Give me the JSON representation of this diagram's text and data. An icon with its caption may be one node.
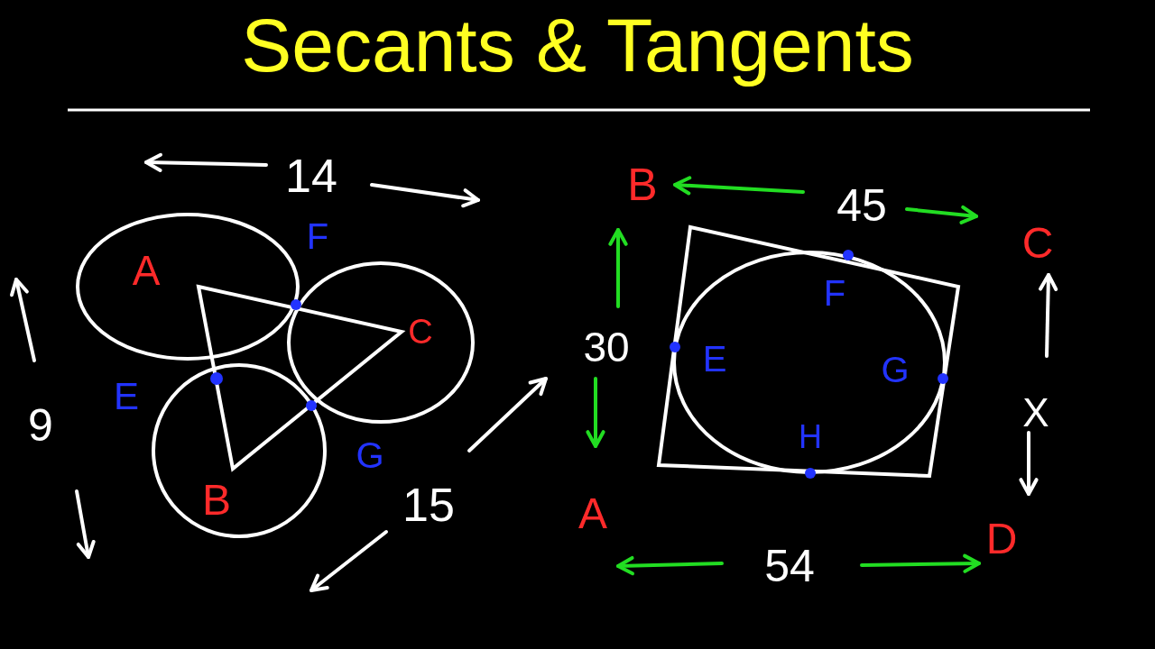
{
  "diagram": {
    "title": "Secants & Tangents",
    "labels": [
      "14",
      "B",
      "45",
      "C",
      "F",
      "A",
      "F",
      "C",
      "30",
      "E",
      "E",
      "G",
      "9",
      "B",
      "G",
      "15",
      "H",
      "X",
      "A",
      "D",
      "54"
    ]
  }
}
